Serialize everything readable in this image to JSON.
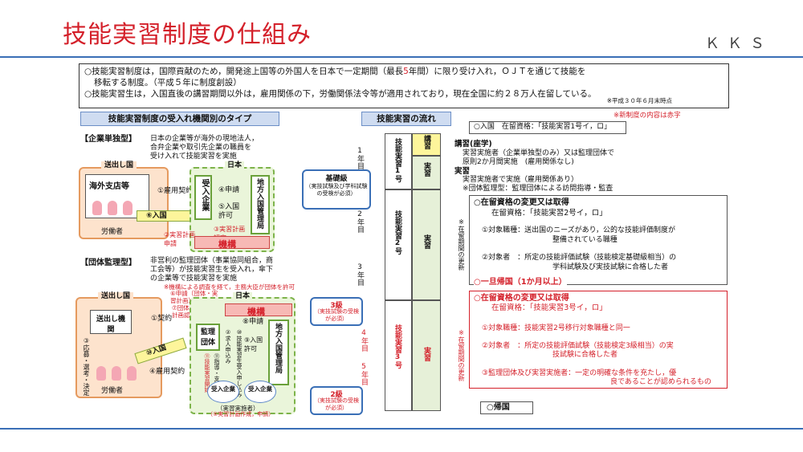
{
  "title": "技能実習制度の仕組み",
  "brand": "ＫＫＳ",
  "intro": {
    "line1a": "○技能実習制度は，国際貢献のため，開発途上国等の外国人を日本で一定期間（最長",
    "line1b": "5",
    "line1c": "年間）に限り受け入れ，ＯＪＴを通じて技能を",
    "line2": "移転する制度。（平成５年に制度創設）",
    "line3": "○技能実習生は，入国直後の講習期間以外は，雇用関係の下，労働関係法令等が適用されており，現在全国に約２８万人在留している。",
    "note": "※平成３０年６月末時点"
  },
  "new_note": "※新制度の内容は赤字",
  "left": {
    "header": "技能実習制度の受入れ機関別のタイプ",
    "type1": {
      "label": "【企業単独型】",
      "desc": [
        "日本の企業等が海外の現地法人，",
        "合弁企業や取引先企業の職員を",
        "受け入れて技能実習を実施"
      ],
      "sending": "送出し国",
      "japan": "日本",
      "branch": "海外支店等",
      "workers": "労働者",
      "employ": "①雇用契約",
      "entry": "⑥入国",
      "company": "受入企業",
      "apply": "④申請",
      "permit": "⑤入国許可",
      "plan_apply": "②実習計画申請",
      "plan_approve": "③実習計画認定",
      "bureau": "地方入国管理局",
      "kikou": "機構"
    },
    "type2": {
      "label": "【団体監理型】",
      "desc": [
        "非営利の監理団体（事業協同組合，商",
        "工会等）が技能実習生を受入れ，傘下",
        "の企業等で技能実習を実施"
      ],
      "note": "※機構による調査を経て，主務大臣が団体を許可",
      "apply_perm": "⑥申請（団体・実習計画）",
      "perm": "⑦団体許可・実習計画認定",
      "sending": "送出し国",
      "japan": "日本",
      "agency": "送出し機関",
      "contract": "①契約",
      "select": "③応募・選考・決定",
      "entry": "⑩入国",
      "workers": "労働者",
      "employ": "④雇用契約",
      "kikou": "機構",
      "kanri": "監理団体",
      "apply": "⑧申請",
      "permit": "⑨入国許可",
      "guide": "⑪技能実習開始",
      "support": "⑪指導・支援",
      "recruit": "②求人申込み",
      "request": "⑩技能実習生受入申し込み",
      "bureau": "地方入国管理局",
      "company1": "受入企業",
      "company2": "受入企業",
      "implementer": "（実習実施者）",
      "plan": "（⑤実習計画作成，申請）"
    }
  },
  "right": {
    "header": "技能実習の流れ",
    "year1": "1年目",
    "year23": "2年目",
    "year3": "3年目",
    "year4": "4年目",
    "year5": "5年目",
    "basic": {
      "title": "基礎級",
      "sub": "（実技試験及び学科試験の受検が必須）"
    },
    "level3": {
      "title": "3級",
      "sub": "（実技試験の受検が必須）"
    },
    "level2": {
      "title": "2級",
      "sub": "（実技試験の受検が必須）"
    },
    "col1": "技能実習1号",
    "col2": "技能実習2号",
    "col3": "技能実習3号",
    "lecture": "講習",
    "training": "実習",
    "training2": "実習",
    "training3": "実習",
    "renew1": "※在留期間の更新",
    "renew2": "※在留期間の更新",
    "entry_box": "○入国　在留資格：「技能実習1号イ，ロ」",
    "course": {
      "title": "講習(座学)",
      "l1": "実習実施者（企業単独型のみ）又は監理団体で",
      "l2": "原則2か月間実施　(雇用関係なし)",
      "t2": "実習",
      "l3": "実習実施者で実施（雇用関係あり）",
      "l4": "※団体監理型：監理団体による訪問指導・監査"
    },
    "change1": {
      "title": "○在留資格の変更又は取得",
      "status": "在留資格：「技能実習2号イ，ロ」",
      "j1": "①対象職種：送出国のニーズがあり，公的な技能評価制度が",
      "j1b": "整備されている職種",
      "j2": "②対象者　：所定の技能評価試験（技能検定基礎級相当）の",
      "j2b": "学科試験及び実技試験に合格した者"
    },
    "return1": "○一旦帰国（1か月以上）",
    "change2": {
      "title": "○在留資格の変更又は取得",
      "status": "在留資格：「技能実習3号イ，ロ」",
      "j1": "①対象職種：技能実習2号移行対象職種と同一",
      "j2": "②対象者　：所定の技能評価試験（技能検定3級相当）の実",
      "j2b": "技試験に合格した者",
      "j3": "③監理団体及び実習実施者：一定の明確な条件を充たし，優",
      "j3b": "良であることが認められるもの"
    },
    "return2": "○帰国"
  }
}
